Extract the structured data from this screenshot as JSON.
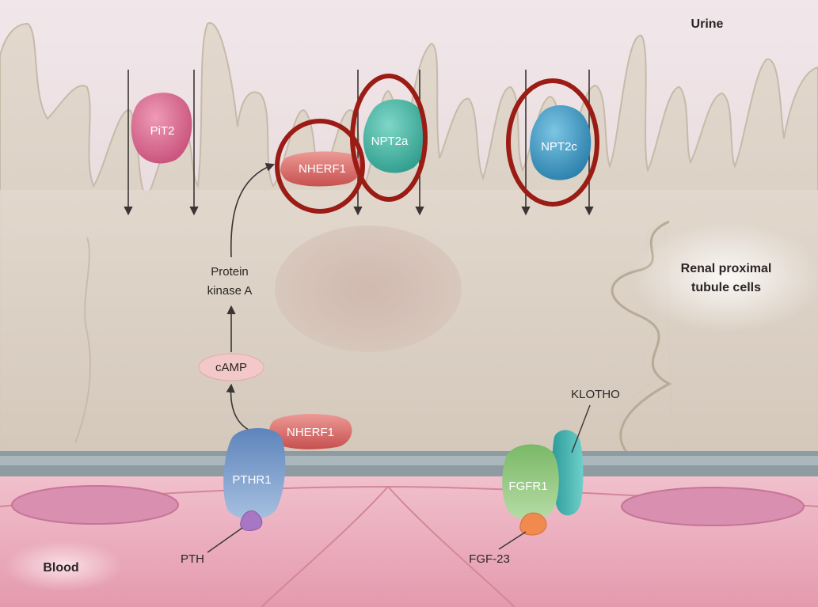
{
  "labels": {
    "urine": "Urine",
    "blood": "Blood",
    "renal_line1": "Renal proximal",
    "renal_line2": "tubule cells",
    "pka_line1": "Protein",
    "pka_line2": "kinase A",
    "camp": "cAMP",
    "pth": "PTH",
    "fgf23": "FGF-23",
    "klotho": "KLOTHO"
  },
  "proteins": {
    "pit2": "PiT2",
    "npt2a": "NPT2a",
    "npt2c": "NPT2c",
    "nherf1_top": "NHERF1",
    "nherf1_bottom": "NHERF1",
    "pthr1": "PTHR1",
    "fgfr1": "FGFR1"
  },
  "colors": {
    "highlight_circle": "#9b1c14",
    "pit2": "#d5668c",
    "npt2a": "#46b4a3",
    "npt2c": "#3d97c0",
    "nherf1": "#d86a6a",
    "pthr1": "#6f93c4",
    "fgfr1": "#8cc07a",
    "klotho": "#3aa9a6",
    "membrane": "#9aa8ad",
    "cell": "#d8cdc2",
    "blood": "#e8a5b6"
  }
}
